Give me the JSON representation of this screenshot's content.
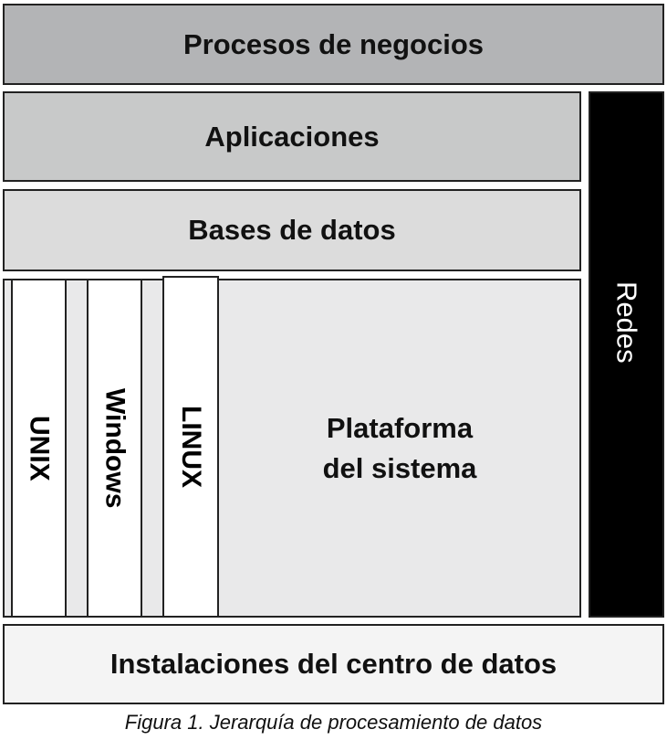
{
  "layers": {
    "business_processes": "Procesos de negocios",
    "applications": "Aplicaciones",
    "databases": "Bases de datos",
    "platform_line1": "Plataforma",
    "platform_line2": "del sistema",
    "os": [
      "UNIX",
      "Windows",
      "LINUX"
    ],
    "networks": "Redes",
    "datacenter": "Instalaciones del centro de datos"
  },
  "caption": "Figura 1. Jerarquía de procesamiento de datos",
  "colors": {
    "business_processes": "#b3b4b6",
    "applications": "#c8c9c9",
    "databases": "#dcdcdc",
    "platform": "#e9e9ea",
    "networks": "#000000",
    "datacenter": "#f4f4f4"
  }
}
